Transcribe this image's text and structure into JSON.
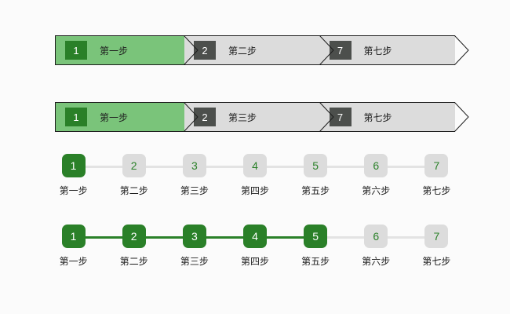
{
  "colors": {
    "background": "#fbfbfb",
    "active_green": "#2a8028",
    "band_green": "#7ac47a",
    "band_gray": "#dcdcdc",
    "badge_dark_gray": "#4c4f4c",
    "line_pending": "#e3e3e3",
    "label_text": "#1f1f1f",
    "outline": "#1d1d1d"
  },
  "arrow_stepper_1": {
    "steps": [
      {
        "number": "1",
        "label": "第一步",
        "state": "active"
      },
      {
        "number": "2",
        "label": "第二步",
        "state": "inactive"
      },
      {
        "number": "7",
        "label": "第七步",
        "state": "inactive"
      }
    ]
  },
  "arrow_stepper_2": {
    "steps": [
      {
        "number": "1",
        "label": "第一步",
        "state": "active"
      },
      {
        "number": "2",
        "label": "第三步",
        "state": "inactive"
      },
      {
        "number": "7",
        "label": "第七步",
        "state": "inactive"
      }
    ]
  },
  "dot_stepper_1": {
    "current": 1,
    "steps": [
      {
        "number": "1",
        "label": "第一步",
        "state": "active"
      },
      {
        "number": "2",
        "label": "第二步",
        "state": "inactive"
      },
      {
        "number": "3",
        "label": "第三步",
        "state": "inactive"
      },
      {
        "number": "4",
        "label": "第四步",
        "state": "inactive"
      },
      {
        "number": "5",
        "label": "第五步",
        "state": "inactive"
      },
      {
        "number": "6",
        "label": "第六步",
        "state": "inactive"
      },
      {
        "number": "7",
        "label": "第七步",
        "state": "inactive"
      }
    ]
  },
  "dot_stepper_2": {
    "current": 5,
    "steps": [
      {
        "number": "1",
        "label": "第一步",
        "state": "active"
      },
      {
        "number": "2",
        "label": "第二步",
        "state": "active"
      },
      {
        "number": "3",
        "label": "第三步",
        "state": "active"
      },
      {
        "number": "4",
        "label": "第四步",
        "state": "active"
      },
      {
        "number": "5",
        "label": "第五步",
        "state": "active"
      },
      {
        "number": "6",
        "label": "第六步",
        "state": "inactive"
      },
      {
        "number": "7",
        "label": "第七步",
        "state": "inactive"
      }
    ]
  }
}
